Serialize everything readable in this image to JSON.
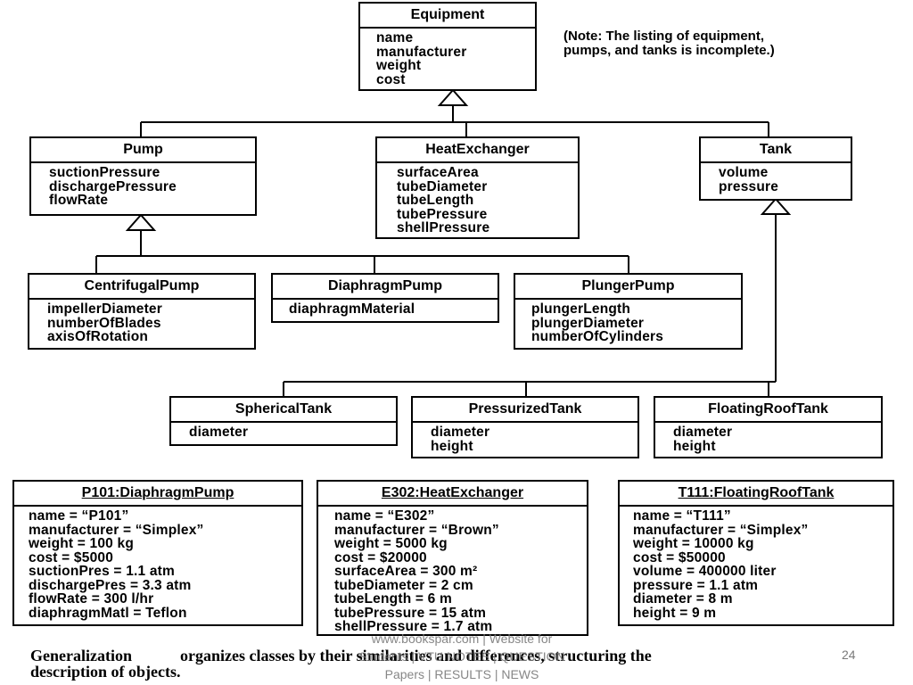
{
  "classes": {
    "equipment": {
      "name": "Equipment",
      "attrs": [
        "name",
        "manufacturer",
        "weight",
        "cost"
      ]
    },
    "pump": {
      "name": "Pump",
      "attrs": [
        "suctionPressure",
        "dischargePressure",
        "flowRate"
      ]
    },
    "heat_exchanger": {
      "name": "HeatExchanger",
      "attrs": [
        "surfaceArea",
        "tubeDiameter",
        "tubeLength",
        "tubePressure",
        "shellPressure"
      ]
    },
    "tank": {
      "name": "Tank",
      "attrs": [
        "volume",
        "pressure"
      ]
    },
    "centrifugal_pump": {
      "name": "CentrifugalPump",
      "attrs": [
        "impellerDiameter",
        "numberOfBlades",
        "axisOfRotation"
      ]
    },
    "diaphragm_pump": {
      "name": "DiaphragmPump",
      "attrs": [
        "diaphragmMaterial"
      ]
    },
    "plunger_pump": {
      "name": "PlungerPump",
      "attrs": [
        "plungerLength",
        "plungerDiameter",
        "numberOfCylinders"
      ]
    },
    "spherical_tank": {
      "name": "SphericalTank",
      "attrs": [
        "diameter"
      ]
    },
    "pressurized_tank": {
      "name": "PressurizedTank",
      "attrs": [
        "diameter",
        "height"
      ]
    },
    "floating_roof_tank": {
      "name": "FloatingRoofTank",
      "attrs": [
        "diameter",
        "height"
      ]
    }
  },
  "objects": {
    "p101": {
      "name": "P101:DiaphragmPump",
      "attrs": [
        "name = “P101”",
        "manufacturer = “Simplex”",
        "weight = 100 kg",
        "cost = $5000",
        "suctionPres = 1.1 atm",
        "dischargePres = 3.3 atm",
        "flowRate = 300 l/hr",
        "diaphragmMatl = Teflon"
      ]
    },
    "e302": {
      "name": "E302:HeatExchanger",
      "attrs": [
        "name = “E302”",
        "manufacturer = “Brown”",
        "weight = 5000 kg",
        "cost = $20000",
        "surfaceArea = 300 m²",
        "tubeDiameter = 2 cm",
        "tubeLength = 6 m",
        "tubePressure = 15 atm",
        "shellPressure = 1.7 atm"
      ]
    },
    "t111": {
      "name": "T111:FloatingRoofTank",
      "attrs": [
        "name = “T111”",
        "manufacturer = “Simplex”",
        "weight = 10000 kg",
        "cost = $50000",
        "volume = 400000 liter",
        "pressure = 1.1 atm",
        "diameter = 8 m",
        "height = 9 m"
      ]
    }
  },
  "note": [
    "(Note: The listing of equipment,",
    "pumps, and tanks is incomplete.)"
  ],
  "caption": {
    "term": "Generalization",
    "line1": "organizes classes by their similarities and differences, structuring the",
    "line2": "description of objects."
  },
  "footer": {
    "line1": "www.bookspar.com | Website for",
    "line2": "Students | VTU NOTES | QUESTION",
    "line3": "Papers | RESULTS | NEWS"
  },
  "page_number": "24"
}
